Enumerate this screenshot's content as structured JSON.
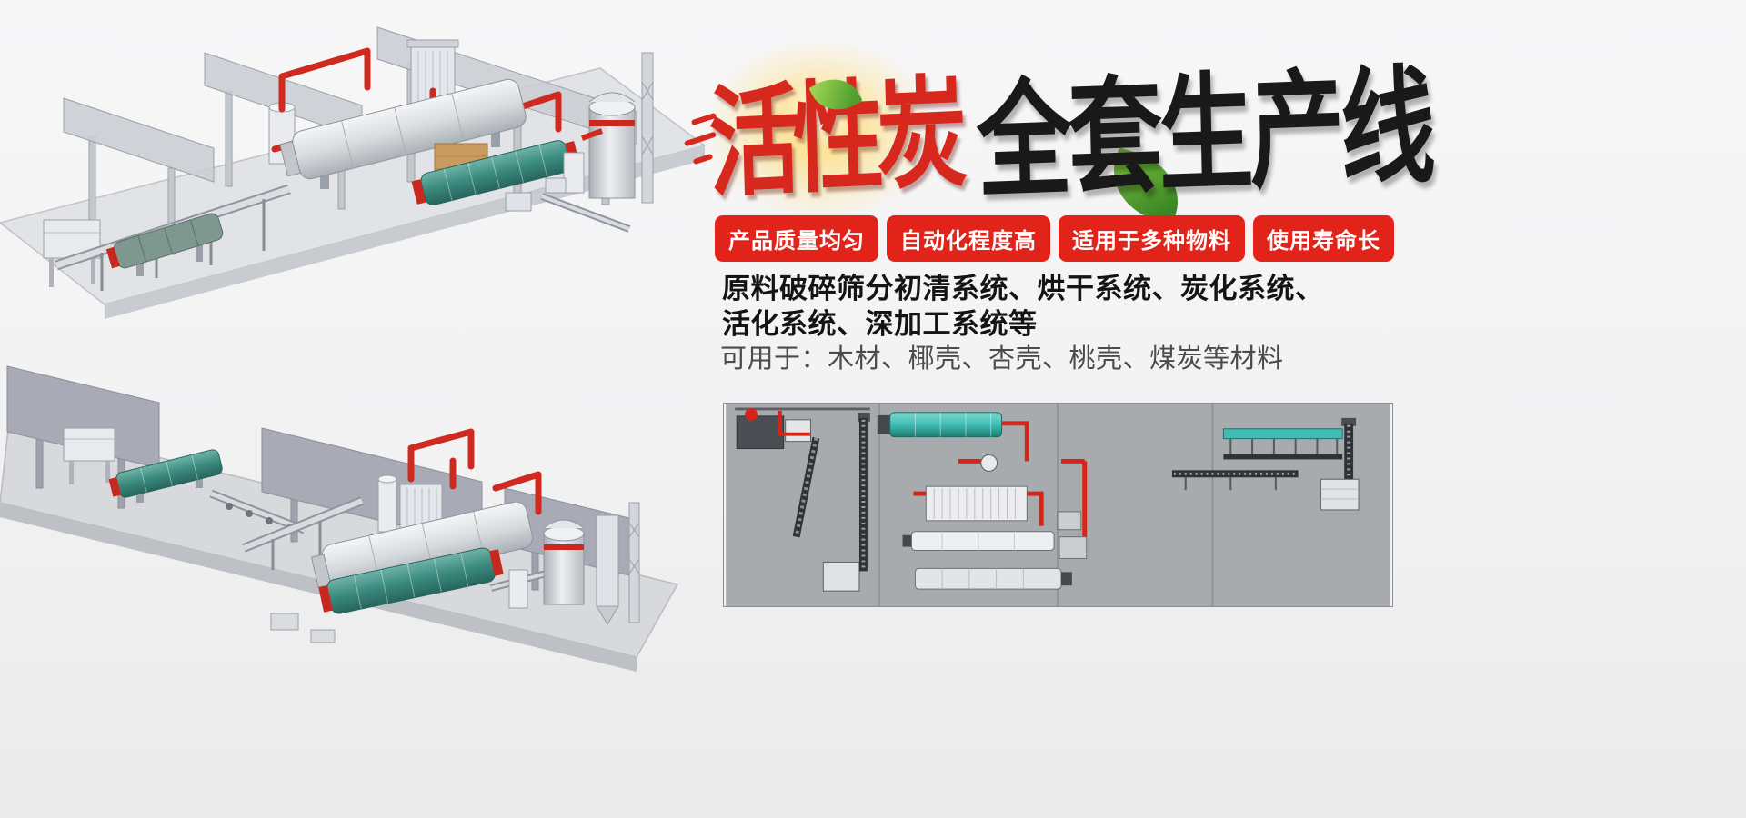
{
  "hero": {
    "title_red": "活性炭",
    "title_black": "全套生产线",
    "badges": [
      {
        "label": "产品质量均匀"
      },
      {
        "label": "自动化程度高"
      },
      {
        "label": "适用于多种物料"
      },
      {
        "label": "使用寿命长"
      }
    ],
    "description": {
      "line1": "原料破碎筛分初清系统、烘干系统、炭化系统、",
      "line2": "活化系统、深加工系统等"
    },
    "materials_line": "可用于：木材、椰壳、杏壳、桃壳、煤炭等材料",
    "colors": {
      "badge_red": "#e2231a",
      "title_red": "#d7281e",
      "title_black": "#191919",
      "description_black": "#141414",
      "materials_gray": "#4b4b4b",
      "pipe_red": "#ce2a1f",
      "drum_teal": "#3a8a7e",
      "schematic_background": "#a7abae"
    }
  },
  "illustrations": {
    "top_scene": "activated-carbon-production-line-3d-view-1",
    "bottom_scene": "activated-carbon-production-line-3d-view-2",
    "schematic": "production-line-layout-schematic"
  }
}
